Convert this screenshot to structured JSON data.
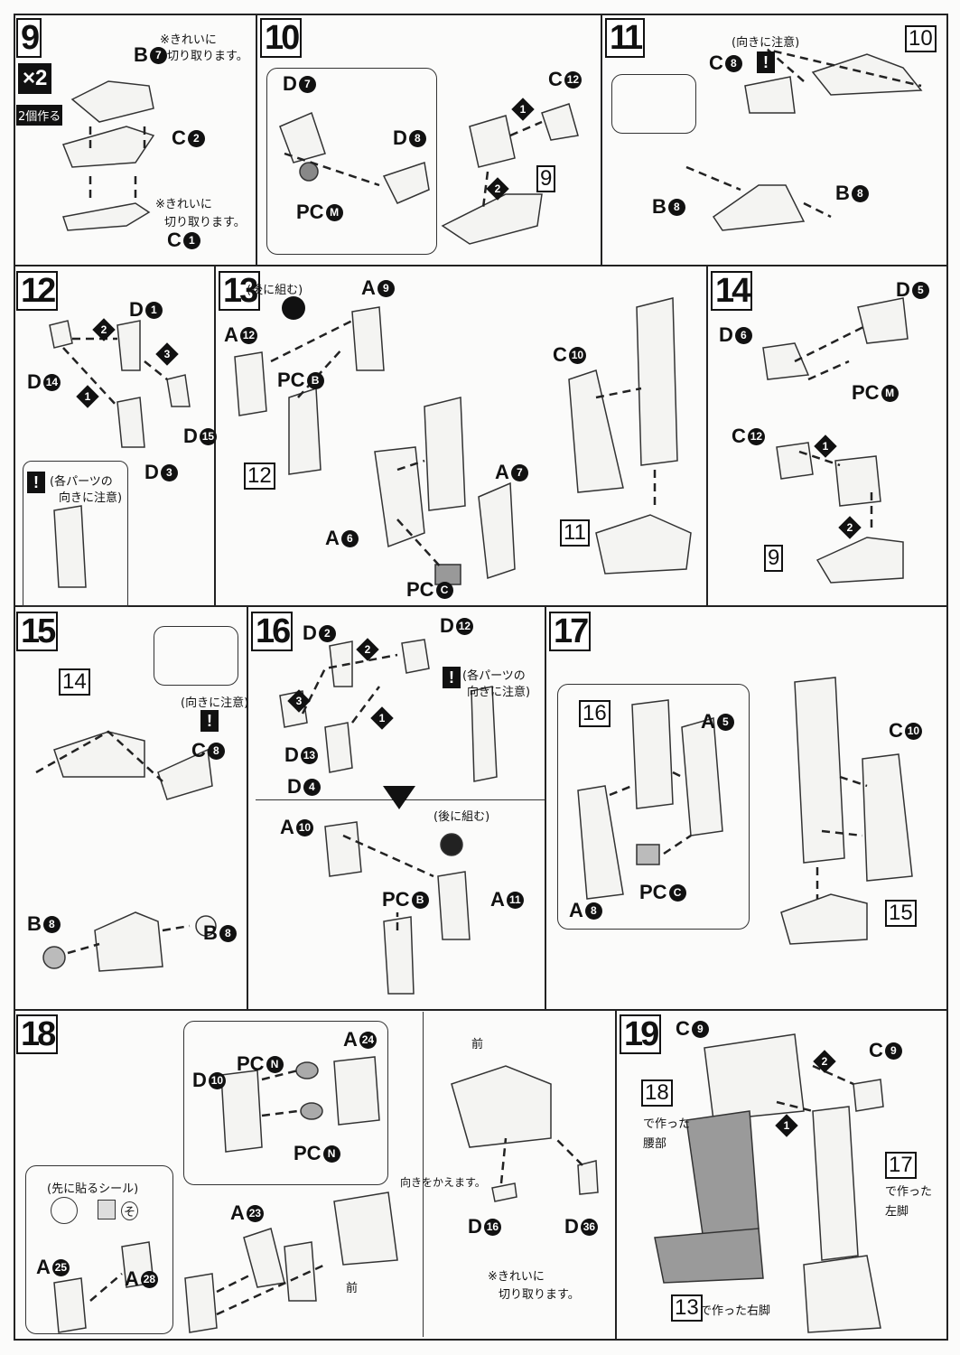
{
  "p9": {
    "step": "9",
    "mult": "×2",
    "make": "2個作る",
    "note1a": "※きれいに",
    "note1b": "切り取ります。",
    "note2a": "※きれいに",
    "note2b": "切り取ります。",
    "l": [
      {
        "t": "B",
        "n": "7"
      },
      {
        "t": "C",
        "n": "2"
      },
      {
        "t": "C",
        "n": "1"
      }
    ]
  },
  "p10": {
    "step": "10",
    "ref": "9",
    "s1": "1",
    "s2": "2",
    "l": [
      {
        "t": "D",
        "n": "7"
      },
      {
        "t": "D",
        "n": "8"
      },
      {
        "t": "PC",
        "n": "M"
      },
      {
        "t": "C",
        "n": "12"
      }
    ]
  },
  "p11": {
    "step": "11",
    "ref": "10",
    "note": "(向きに注意)",
    "warn": "!",
    "l": [
      {
        "t": "C",
        "n": "8"
      },
      {
        "t": "B",
        "n": "8"
      },
      {
        "t": "B",
        "n": "8"
      }
    ]
  },
  "p12": {
    "step": "12",
    "s1": "1",
    "s2": "2",
    "s3": "3",
    "warn": "!",
    "note1": "(各パーツの",
    "note2": "向きに注意)",
    "l": [
      {
        "t": "D",
        "n": "1"
      },
      {
        "t": "D",
        "n": "14"
      },
      {
        "t": "D",
        "n": "15"
      },
      {
        "t": "D",
        "n": "3"
      }
    ]
  },
  "p13": {
    "step": "13",
    "note": "(後に組む)",
    "ref1": "12",
    "ref2": "11",
    "l": [
      {
        "t": "A",
        "n": "9"
      },
      {
        "t": "A",
        "n": "12"
      },
      {
        "t": "PC",
        "n": "B"
      },
      {
        "t": "A",
        "n": "7"
      },
      {
        "t": "A",
        "n": "6"
      },
      {
        "t": "PC",
        "n": "C"
      },
      {
        "t": "C",
        "n": "10"
      }
    ]
  },
  "p14": {
    "step": "14",
    "ref": "9",
    "s1": "1",
    "s2": "2",
    "l": [
      {
        "t": "D",
        "n": "5"
      },
      {
        "t": "D",
        "n": "6"
      },
      {
        "t": "PC",
        "n": "M"
      },
      {
        "t": "C",
        "n": "12"
      }
    ]
  },
  "p15": {
    "step": "15",
    "ref": "14",
    "note": "(向きに注意)",
    "warn": "!",
    "l": [
      {
        "t": "C",
        "n": "8"
      },
      {
        "t": "B",
        "n": "8"
      },
      {
        "t": "B",
        "n": "8"
      }
    ]
  },
  "p16": {
    "step": "16",
    "s1": "1",
    "s2": "2",
    "s3": "3",
    "warn": "!",
    "note1": "(各パーツの",
    "note2": "向きに注意)",
    "note3": "(後に組む)",
    "l": [
      {
        "t": "D",
        "n": "2"
      },
      {
        "t": "D",
        "n": "12"
      },
      {
        "t": "D",
        "n": "13"
      },
      {
        "t": "D",
        "n": "4"
      },
      {
        "t": "A",
        "n": "10"
      },
      {
        "t": "PC",
        "n": "B"
      },
      {
        "t": "A",
        "n": "11"
      }
    ]
  },
  "p17": {
    "step": "17",
    "ref1": "16",
    "ref2": "15",
    "l": [
      {
        "t": "A",
        "n": "5"
      },
      {
        "t": "A",
        "n": "8"
      },
      {
        "t": "PC",
        "n": "C"
      },
      {
        "t": "C",
        "n": "10"
      }
    ]
  },
  "p18": {
    "step": "18",
    "sticker": "(先に貼るシール)",
    "sticker_id": "そ",
    "front1": "前",
    "front2": "前",
    "turn": "向きをかえます。",
    "note1": "※きれいに",
    "note2": "切り取ります。",
    "l": [
      {
        "t": "PC",
        "n": "N"
      },
      {
        "t": "A",
        "n": "24"
      },
      {
        "t": "D",
        "n": "10"
      },
      {
        "t": "PC",
        "n": "N"
      },
      {
        "t": "A",
        "n": "25"
      },
      {
        "t": "A",
        "n": "28"
      },
      {
        "t": "A",
        "n": "23"
      },
      {
        "t": "D",
        "n": "16"
      },
      {
        "t": "D",
        "n": "36"
      }
    ]
  },
  "p19": {
    "step": "19",
    "s1": "1",
    "s2": "2",
    "ref18": "18",
    "ref17": "17",
    "ref13": "13",
    "made": "で作った",
    "waist": "腰部",
    "made2": "で作った",
    "left_leg": "左脚",
    "right_leg": "で作った右脚",
    "l": [
      {
        "t": "C",
        "n": "9"
      },
      {
        "t": "C",
        "n": "9"
      }
    ]
  }
}
